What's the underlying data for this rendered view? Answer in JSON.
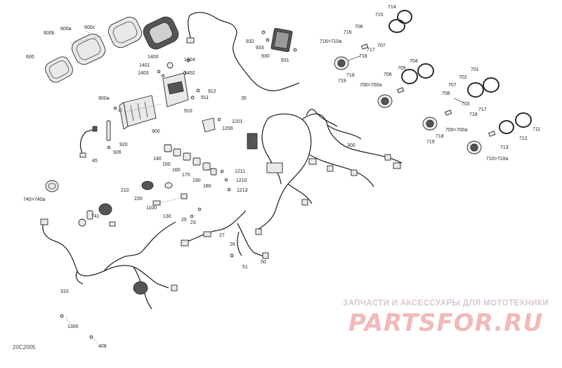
{
  "diagram": {
    "document_code": "20C2005",
    "watermark": {
      "tagline": "ЗАПЧАСТИ И АКСЕССУАРЫ ДЛЯ МОТОТЕХНИКИ",
      "brand": "PARTSFOR.RU"
    },
    "labels": [
      {
        "id": "l600",
        "text": "600"
      },
      {
        "id": "l600b",
        "text": "600b"
      },
      {
        "id": "l600a",
        "text": "600a"
      },
      {
        "id": "l600c",
        "text": "600c"
      },
      {
        "id": "l1400",
        "text": "1400"
      },
      {
        "id": "l1404",
        "text": "1404"
      },
      {
        "id": "l1401",
        "text": "1401"
      },
      {
        "id": "l1403",
        "text": "1403"
      },
      {
        "id": "l1402",
        "text": "1402"
      },
      {
        "id": "l912",
        "text": "912"
      },
      {
        "id": "l911",
        "text": "911"
      },
      {
        "id": "l910",
        "text": "910"
      },
      {
        "id": "l900a",
        "text": "900a"
      },
      {
        "id": "l900",
        "text": "900"
      },
      {
        "id": "l920",
        "text": "920"
      },
      {
        "id": "l926",
        "text": "926"
      },
      {
        "id": "l45",
        "text": "45"
      },
      {
        "id": "l35",
        "text": "35"
      },
      {
        "id": "l932",
        "text": "932"
      },
      {
        "id": "l933",
        "text": "933"
      },
      {
        "id": "l930",
        "text": "930"
      },
      {
        "id": "l931",
        "text": "931"
      },
      {
        "id": "l1201",
        "text": "1201"
      },
      {
        "id": "l1200",
        "text": "1200"
      },
      {
        "id": "l140",
        "text": "140"
      },
      {
        "id": "l150",
        "text": "150"
      },
      {
        "id": "l160",
        "text": "160"
      },
      {
        "id": "l170",
        "text": "170"
      },
      {
        "id": "l190",
        "text": "190"
      },
      {
        "id": "l180",
        "text": "180"
      },
      {
        "id": "l1211",
        "text": "1211"
      },
      {
        "id": "l1210",
        "text": "1210"
      },
      {
        "id": "l1213",
        "text": "1213"
      },
      {
        "id": "l210",
        "text": "210"
      },
      {
        "id": "l220",
        "text": "220"
      },
      {
        "id": "l1100",
        "text": "1100"
      },
      {
        "id": "l130",
        "text": "130"
      },
      {
        "id": "l25",
        "text": "25"
      },
      {
        "id": "l23",
        "text": "23"
      },
      {
        "id": "l740",
        "text": "740>740a"
      },
      {
        "id": "l741",
        "text": "741"
      },
      {
        "id": "l300",
        "text": "300"
      },
      {
        "id": "l27",
        "text": "27"
      },
      {
        "id": "l26",
        "text": "26"
      },
      {
        "id": "l50",
        "text": "50"
      },
      {
        "id": "l51",
        "text": "51"
      },
      {
        "id": "l310",
        "text": "310"
      },
      {
        "id": "l1300",
        "text": "1300"
      },
      {
        "id": "l408",
        "text": "408"
      },
      {
        "id": "l714",
        "text": "714"
      },
      {
        "id": "l715",
        "text": "715"
      },
      {
        "id": "l706t",
        "text": "706"
      },
      {
        "id": "l716",
        "text": "716"
      },
      {
        "id": "l716a",
        "text": "716>710a"
      },
      {
        "id": "l707t",
        "text": "707"
      },
      {
        "id": "l717t",
        "text": "717"
      },
      {
        "id": "l718t",
        "text": "718"
      },
      {
        "id": "l718u",
        "text": "718"
      },
      {
        "id": "l719t",
        "text": "719"
      },
      {
        "id": "l705",
        "text": "705"
      },
      {
        "id": "l704",
        "text": "704"
      },
      {
        "id": "l706m",
        "text": "706"
      },
      {
        "id": "l700m",
        "text": "700>700a"
      },
      {
        "id": "l701",
        "text": "701"
      },
      {
        "id": "l702",
        "text": "702"
      },
      {
        "id": "l707m",
        "text": "707"
      },
      {
        "id": "l708",
        "text": "708"
      },
      {
        "id": "l703",
        "text": "703"
      },
      {
        "id": "l717m",
        "text": "717"
      },
      {
        "id": "l718m",
        "text": "718"
      },
      {
        "id": "l718b",
        "text": "718"
      },
      {
        "id": "l700b",
        "text": "700>700a"
      },
      {
        "id": "l719b",
        "text": "719"
      },
      {
        "id": "l711",
        "text": "711"
      },
      {
        "id": "l712",
        "text": "712"
      },
      {
        "id": "l713",
        "text": "713"
      },
      {
        "id": "l710b",
        "text": "710>710a"
      }
    ]
  }
}
